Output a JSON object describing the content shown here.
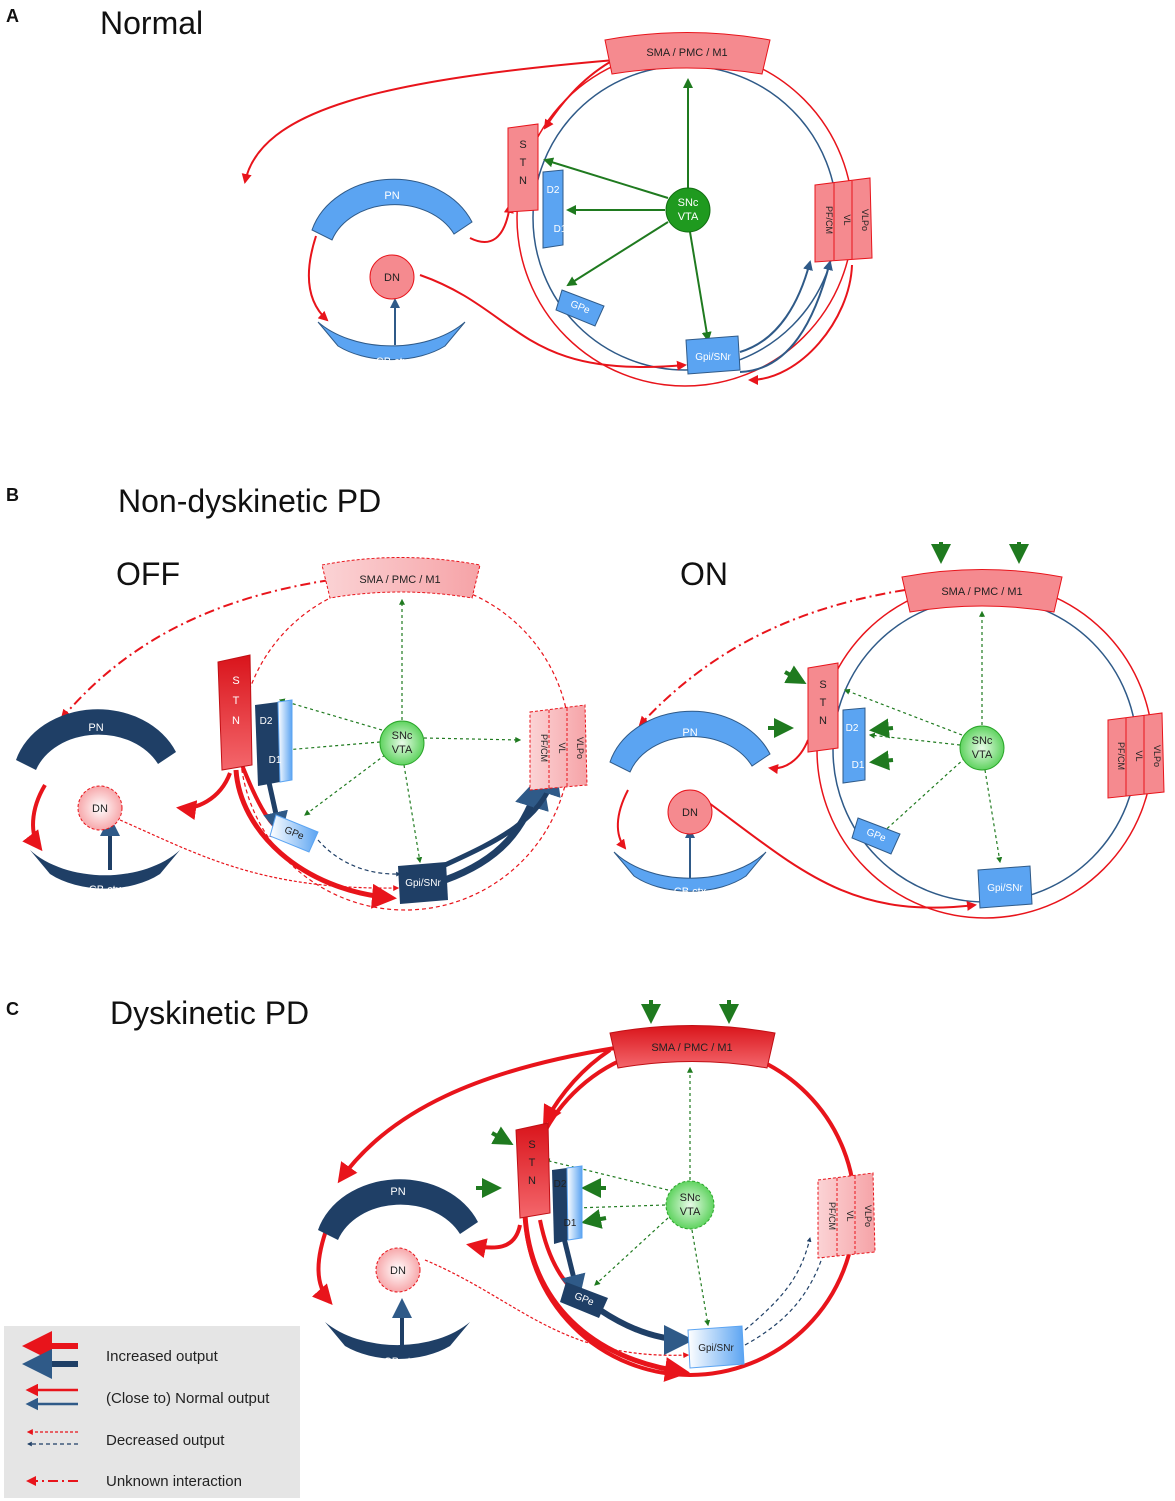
{
  "panels": {
    "a": {
      "letter": "A",
      "title": "Normal"
    },
    "b": {
      "letter": "B",
      "title": "Non-dyskinetic PD",
      "off": "OFF",
      "on": "ON"
    },
    "c": {
      "letter": "C",
      "title": "Dyskinetic PD"
    }
  },
  "nodes": {
    "cortex": "SMA / PMC / M1",
    "stn": [
      "S",
      "T",
      "N"
    ],
    "d2": "D2",
    "d1": "D1",
    "snc": "SNc",
    "vta": "VTA",
    "pfcm": "PF/CM",
    "vl": "VL",
    "vlpo": "VLPo",
    "gpe": "GPe",
    "gpi": "Gpi/SNr",
    "pn": "PN",
    "dn": "DN",
    "cb": "CB ctx"
  },
  "legend": {
    "increased": "Increased output",
    "normal": "(Close to) Normal output",
    "decreased": "Decreased output",
    "unknown": "Unknown interaction"
  },
  "colors": {
    "red": "#e8141b",
    "blue_dark": "#1f3f66",
    "blue_light": "#5ba4f2",
    "pink": "#f58a8f",
    "green": "#1f7a1f",
    "green_light": "#5fd35f"
  }
}
